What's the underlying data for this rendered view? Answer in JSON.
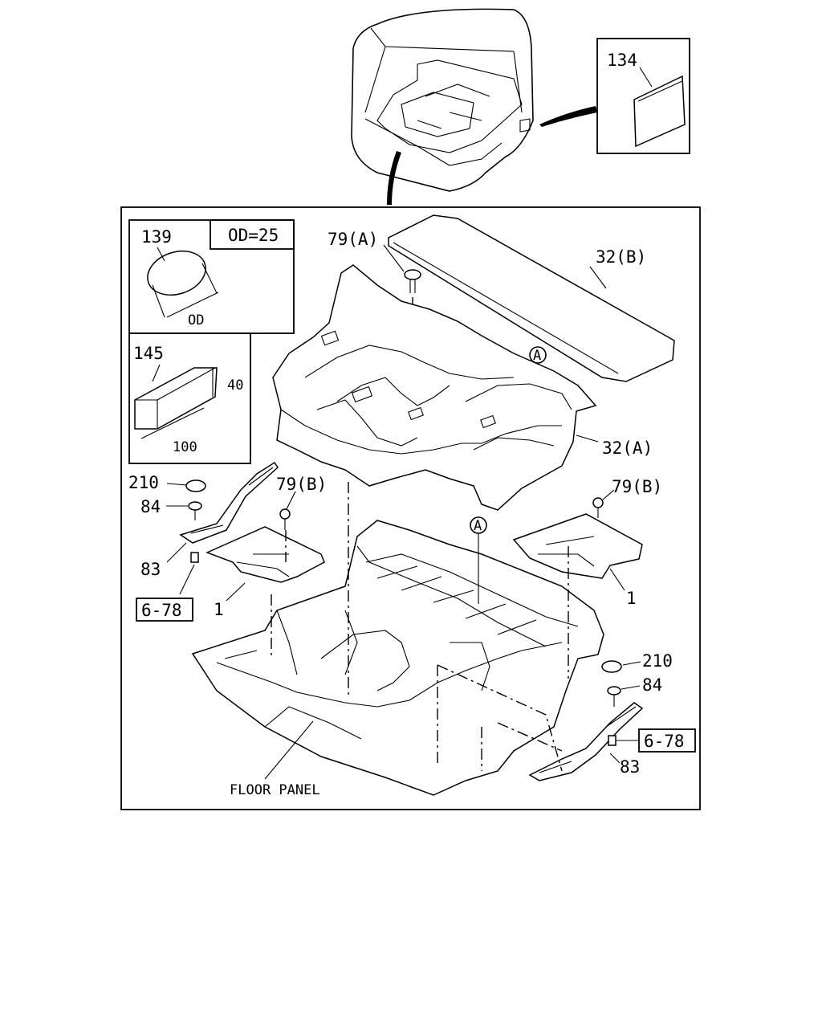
{
  "diagram": {
    "callouts": {
      "p134": "134",
      "p139": "139",
      "od_spec": "OD=25",
      "od": "OD",
      "p145": "145",
      "dim_40": "40",
      "dim_100": "100",
      "p79a": "79(A)",
      "p32b": "32(B)",
      "ref_a_top": "A",
      "p32a": "32(A)",
      "p210_left": "210",
      "p84_left": "84",
      "p79b_left": "79(B)",
      "p83_left": "83",
      "ref678_left": "6-78",
      "p1_left": "1",
      "ref_a_mid": "A",
      "p79b_right": "79(B)",
      "p1_right": "1",
      "p210_right": "210",
      "p84_right": "84",
      "ref678_right": "6-78",
      "p83_right": "83",
      "floor_panel": "FLOOR PANEL"
    }
  }
}
